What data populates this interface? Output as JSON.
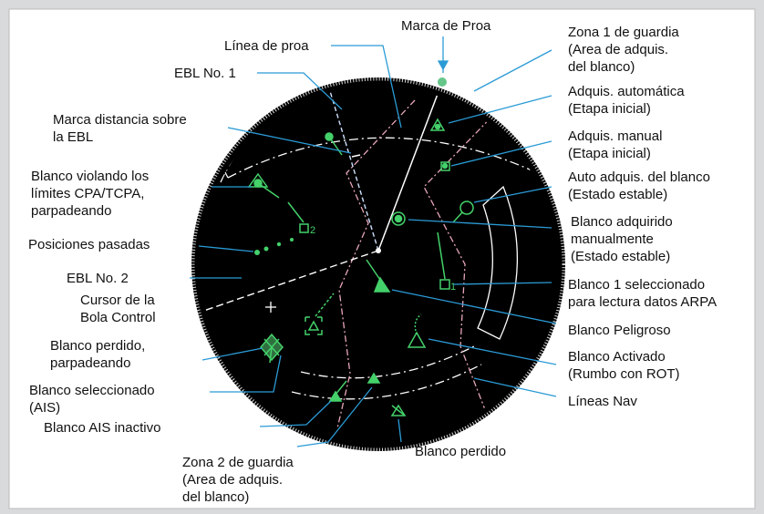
{
  "diagram": {
    "colors": {
      "background": "#d9dadb",
      "panel": "#ffffff",
      "scope": "#000000",
      "leader": "#2b9bd6",
      "target": "#44d16a",
      "nav_lines": "#e6a7b8",
      "guard_zone": "#ffffff"
    },
    "labels": {
      "marca_proa": "Marca de Proa",
      "linea_proa": "Línea de proa",
      "ebl1": "EBL No. 1",
      "marca_dist_1": "Marca distancia sobre",
      "marca_dist_2": "la EBL",
      "violando_1": "Blanco violando los",
      "violando_2": "límites CPA/TCPA,",
      "violando_3": "parpadeando",
      "posiciones": "Posiciones pasadas",
      "ebl2": "EBL No. 2",
      "cursor_1": "Cursor de la",
      "cursor_2": "Bola Control",
      "perdido_parp_1": "Blanco perdido,",
      "perdido_parp_2": "parpadeando",
      "ais_sel_1": "Blanco seleccionado",
      "ais_sel_2": "(AIS)",
      "ais_inactivo": "Blanco AIS inactivo",
      "zona2_1": "Zona 2 de guardia",
      "zona2_2": "(Area de adquis.",
      "zona2_3": "del blanco)",
      "perdido": "Blanco perdido",
      "zona1_1": "Zona 1 de guardia",
      "zona1_2": "(Area de adquis.",
      "zona1_3": "del blanco)",
      "auto_1": "Adquis. automática",
      "auto_2": "(Etapa inicial)",
      "manual_1": "Adquis. manual",
      "manual_2": "(Etapa inicial)",
      "auto_estable_1": "Auto adquis. del blanco",
      "auto_estable_2": "(Estado estable)",
      "manual_estable_1": "Blanco adquirido",
      "manual_estable_2": "manualmente",
      "manual_estable_3": "(Estado estable)",
      "sel_arpa_1": "Blanco 1 seleccionado",
      "sel_arpa_2": "para lectura datos ARPA",
      "peligroso": "Blanco Peligroso",
      "activado_1": "Blanco Activado",
      "activado_2": "(Rumbo con ROT)",
      "lineas_nav": "Líneas Nav",
      "target_number_1": "1",
      "target_number_2": "2"
    }
  }
}
